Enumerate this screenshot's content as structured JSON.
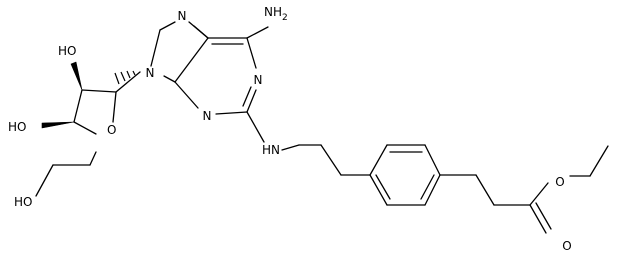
{
  "atoms": {
    "n7": "N",
    "nh2": "NH2",
    "n9": "N",
    "n1": "N",
    "n3": "N",
    "o2": "HO",
    "o3": "HO",
    "o4": "O",
    "o5": "HO",
    "nh": "HN",
    "o_ester": "O",
    "o_carbonyl": "O"
  }
}
